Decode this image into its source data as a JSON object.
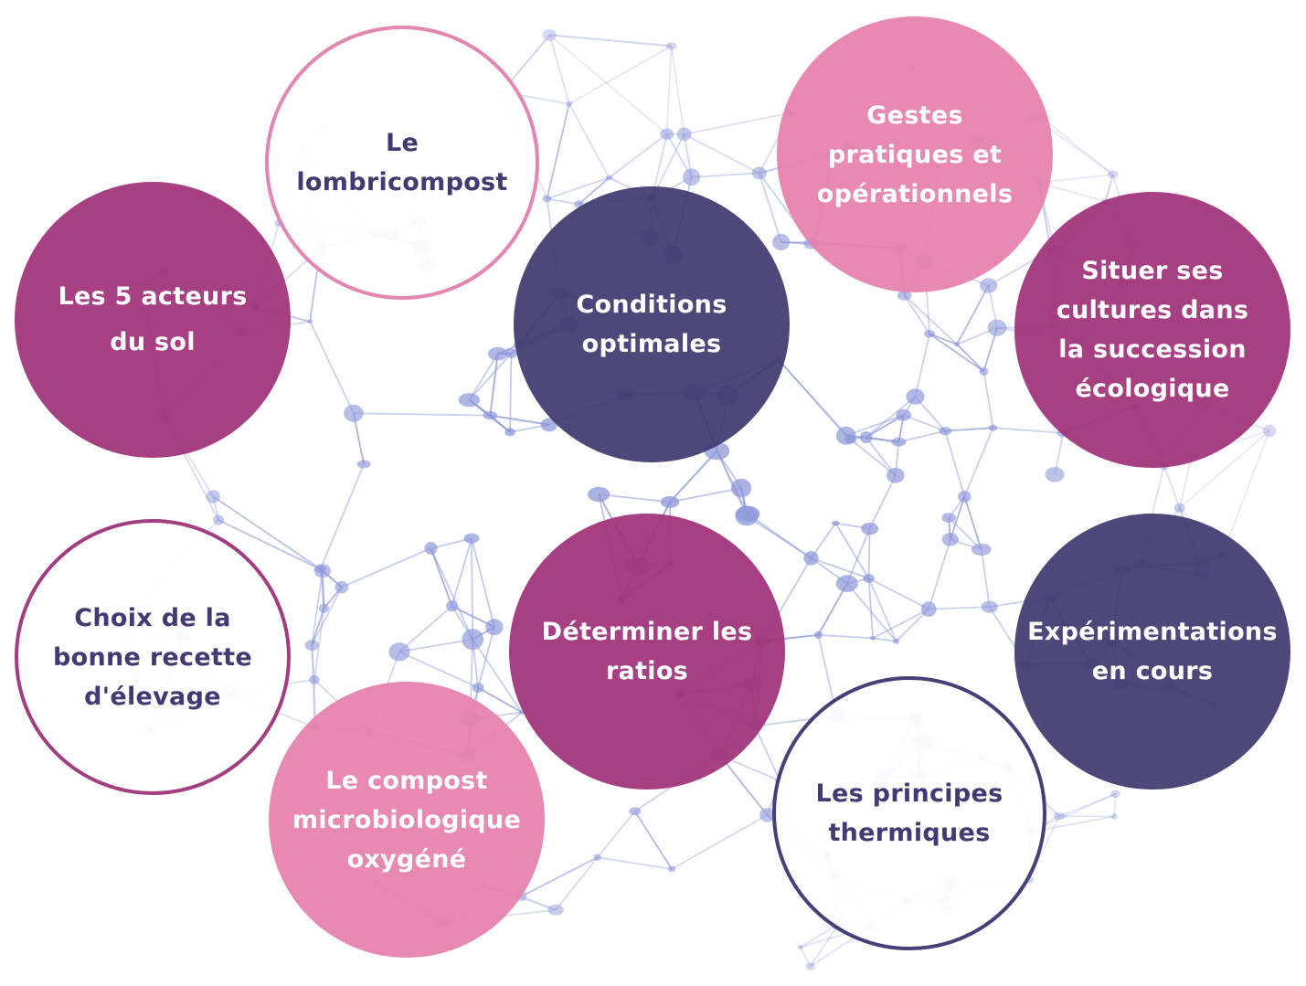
{
  "colors": {
    "magenta": "#a0327a",
    "navy": "#3e386e",
    "pink": "#e580ac",
    "outline_text": "#433a73",
    "network": "#8c97d8"
  },
  "topics": {
    "lombricompost": "Le lombricompost",
    "gestes": "Gestes pratiques et opérationnels",
    "acteurs": "Les 5 acteurs du sol",
    "conditions": "Conditions optimales",
    "situer": "Situer ses cultures dans la succession écologique",
    "choix": "Choix de la bonne recette d'élevage",
    "ratios": "Déterminer les ratios",
    "experimentations": "Expérimentations en cours",
    "compost_micro": "Le compost microbiologique oxygéné",
    "thermiques": "Les principes thermiques"
  }
}
